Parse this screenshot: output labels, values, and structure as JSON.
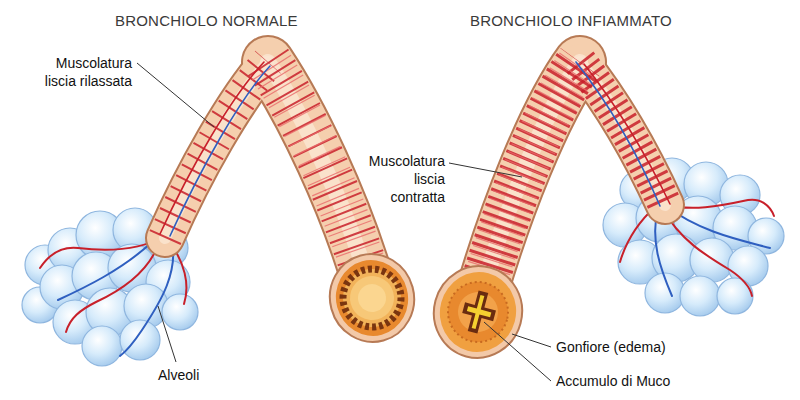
{
  "diagram": {
    "labels": [
      "BRONCHIOLO NORMALE",
      "BRONCHIOLO INFIAMMATO",
      "Muscolatura liscia rilassata",
      "Alveoli",
      "Muscolatura liscia contratta",
      "Gonfiore (edema)",
      "Accumulo di Muco"
    ]
  }
}
